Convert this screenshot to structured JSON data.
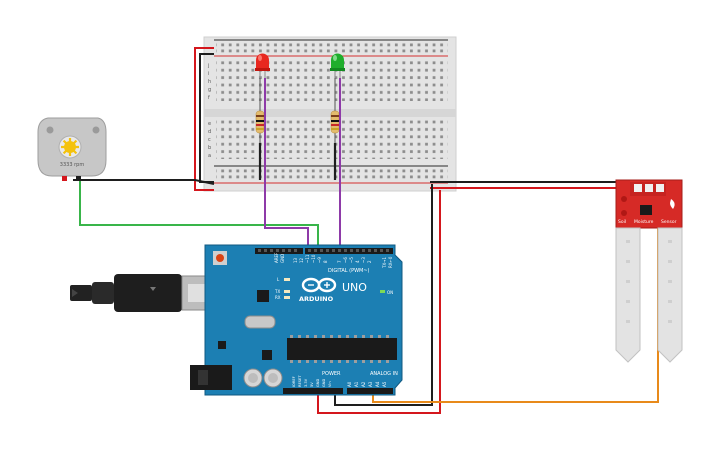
{
  "motor": {
    "label": "3333 rpm"
  },
  "arduino": {
    "brand": "ARDUINO",
    "model": "UNO",
    "digital_label": "DIGITAL (PWM~)",
    "analog_label": "ANALOG IN",
    "power_label": "POWER",
    "aref_label": "AREF",
    "gnd_label": "GND",
    "l_label": "L",
    "tx_label": "TX",
    "rx_label": "RX",
    "on_label": "ON",
    "digital_pins": [
      "13",
      "12",
      "~11",
      "~10",
      "~9",
      "8",
      "7",
      "~6",
      "~5",
      "4",
      "~3",
      "2",
      "TX→1",
      "RX←0"
    ],
    "analog_pins": [
      "A0",
      "A1",
      "A2",
      "A3",
      "A4",
      "A5"
    ],
    "power_pins": [
      "IOREF",
      "RESET",
      "3.3V",
      "5V",
      "GND",
      "GND",
      "Vin"
    ]
  },
  "sensor": {
    "label_left": "Soil",
    "label_mid": "Moisture",
    "label_right": "Sensor"
  },
  "breadboard": {
    "row_letters_top": [
      "j",
      "i",
      "h",
      "g",
      "f"
    ],
    "row_letters_bottom": [
      "e",
      "d",
      "c",
      "b",
      "a"
    ]
  },
  "leds": [
    {
      "color": "red",
      "hex": "#e8271f"
    },
    {
      "color": "green",
      "hex": "#1fae2c"
    }
  ],
  "wire_colors": {
    "black": "#1e1e1e",
    "red": "#d4171d",
    "green": "#39b54a",
    "purple": "#8e3aa8",
    "orange": "#e88a1a"
  }
}
